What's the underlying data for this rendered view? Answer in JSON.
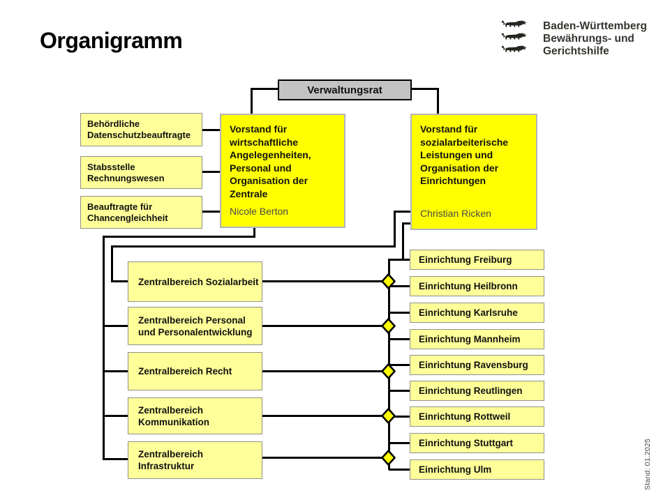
{
  "slide": {
    "title": "Organigramm",
    "stand_note": "Stand: 01.2025"
  },
  "logo": {
    "emblem_icon": "three-lions",
    "lines": [
      "Baden-Württemberg",
      "Bewährungs- und",
      "Gerichtshilfe"
    ]
  },
  "org": {
    "verwaltungsrat": "Verwaltungsrat",
    "staff_units": [
      "Behördliche Datenschutzbeauftragte",
      "Stabsstelle Rechnungswesen",
      "Beauftragte für Chancengleichheit"
    ],
    "vorstand_wirtschaft": {
      "title": "Vorstand für wirtschaftliche Angelegenheiten, Personal und Organisation der Zentrale",
      "name": "Nicole Berton"
    },
    "vorstand_sozial": {
      "title": "Vorstand für sozialarbeiterische Leistungen und Organisation der Einrichtungen",
      "name": "Christian Ricken"
    },
    "zentralbereiche": [
      "Zentralbereich Sozialarbeit",
      "Zentralbereich Personal und Personalentwicklung",
      "Zentralbereich Recht",
      "Zentralbereich Kommunikation",
      "Zentralbereich Infrastruktur"
    ],
    "einrichtungen": [
      "Einrichtung Freiburg",
      "Einrichtung Heilbronn",
      "Einrichtung Karlsruhe",
      "Einrichtung Mannheim",
      "Einrichtung Ravensburg",
      "Einrichtung Reutlingen",
      "Einrichtung Rottweil",
      "Einrichtung Stuttgart",
      "Einrichtung Ulm"
    ]
  },
  "colors": {
    "highlight_yellow": "#ffff00",
    "light_yellow": "#ffff99",
    "root_gray": "#c3c3c3",
    "line_black": "#000000"
  }
}
